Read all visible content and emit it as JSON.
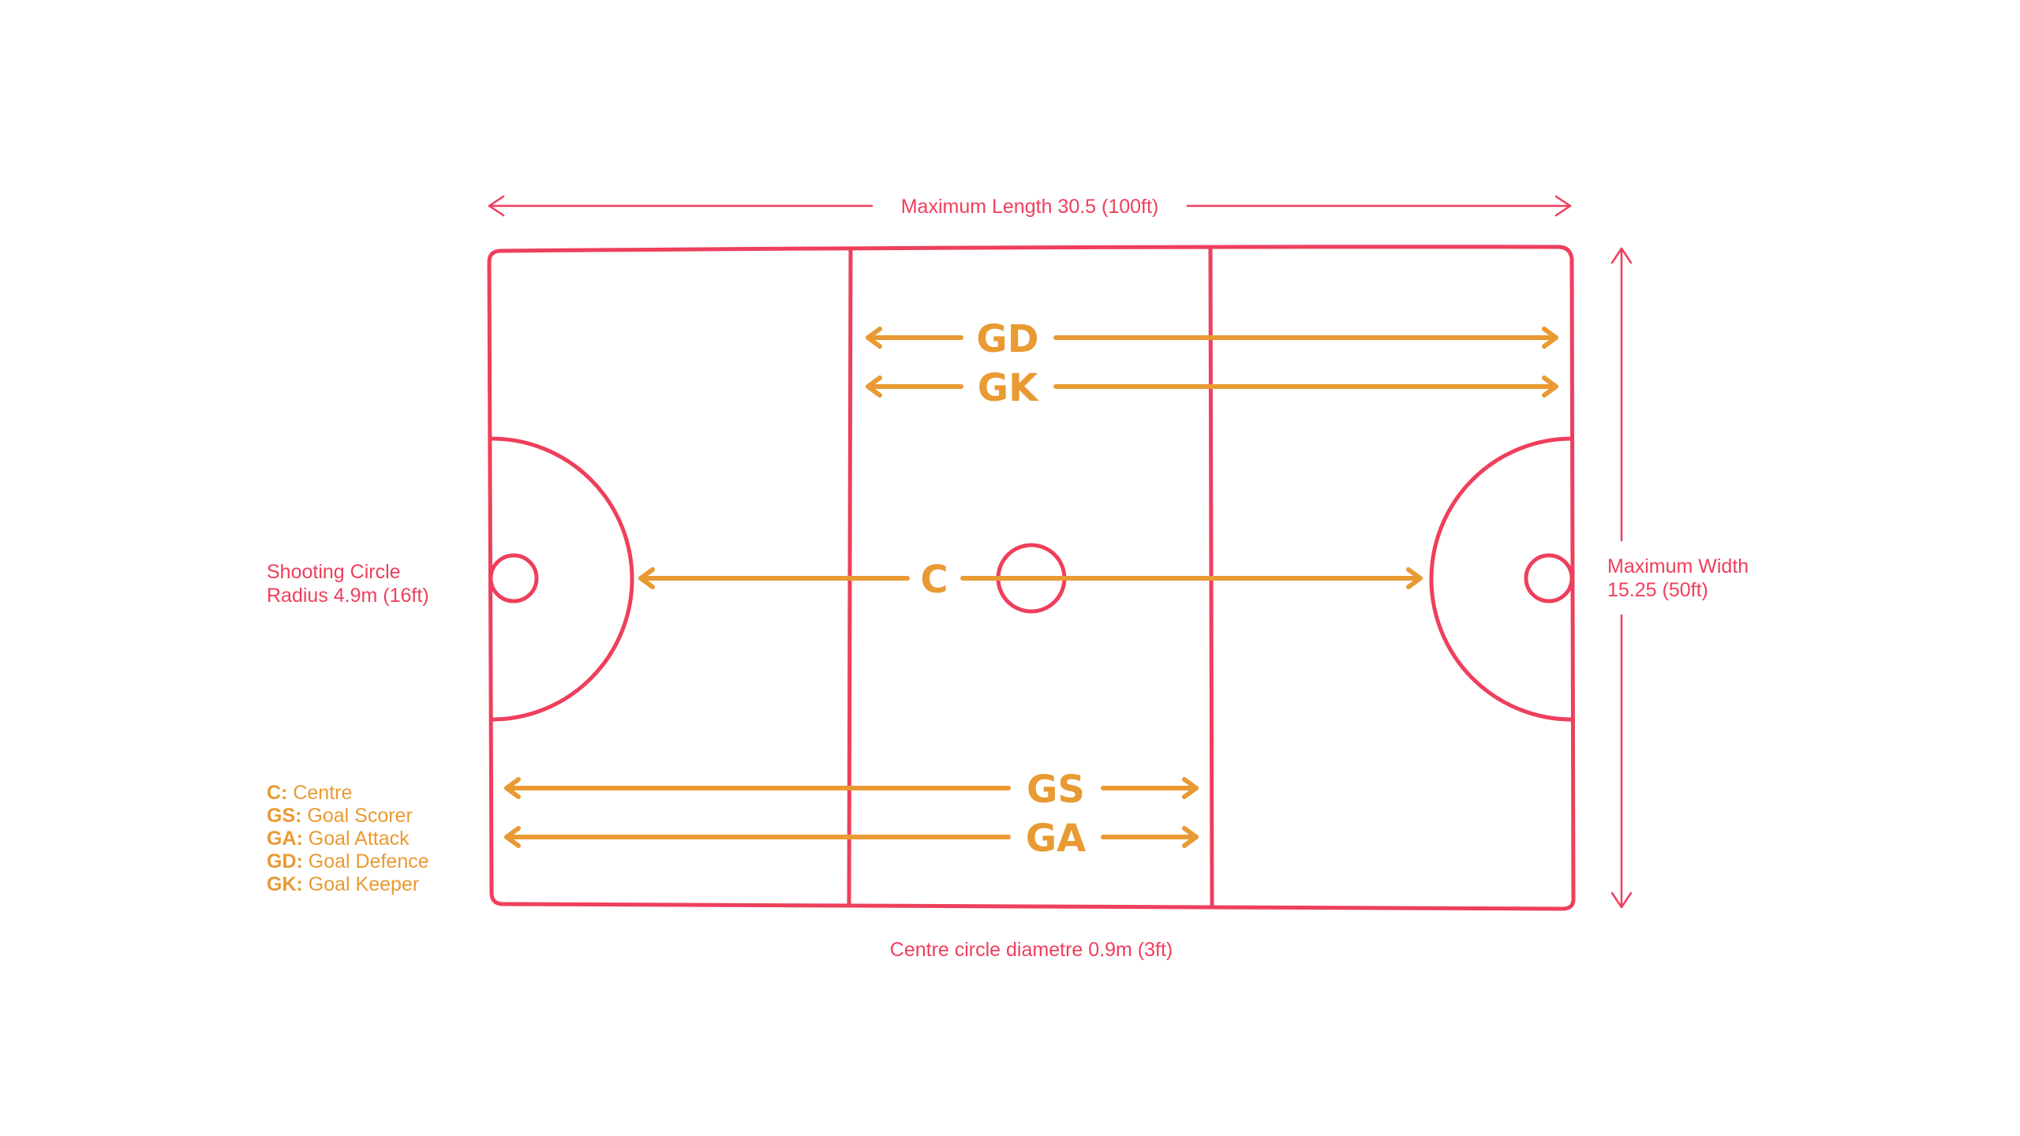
{
  "annotations": {
    "max_length": "Maximum Length 30.5 (100ft)",
    "max_width_line1": "Maximum Width",
    "max_width_line2": "15.25 (50ft)",
    "shooting_circle_line1": "Shooting Circle",
    "shooting_circle_line2": "Radius 4.9m (16ft)",
    "centre_circle": "Centre circle diametre 0.9m (3ft)"
  },
  "positions": {
    "gd": "GD",
    "gk": "GK",
    "c": "C",
    "gs": "GS",
    "ga": "GA"
  },
  "legend": [
    {
      "key": "C:",
      "label": " Centre"
    },
    {
      "key": "GS:",
      "label": " Goal Scorer"
    },
    {
      "key": "GA:",
      "label": " Goal Attack"
    },
    {
      "key": "GD:",
      "label": " Goal Defence"
    },
    {
      "key": "GK:",
      "label": " Goal Keeper"
    }
  ],
  "colors": {
    "court_lines": "#ee3f5c",
    "position_arrows": "#e99a32",
    "background": "#ffffff"
  }
}
